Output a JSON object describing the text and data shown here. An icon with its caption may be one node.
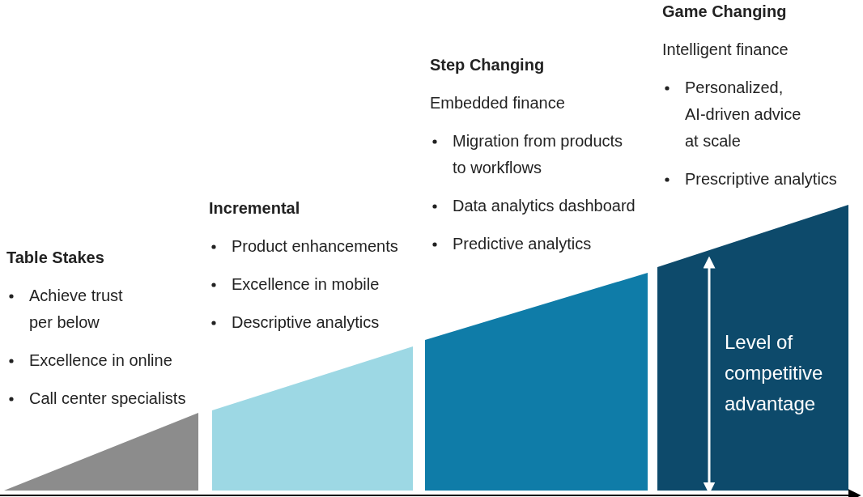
{
  "diagram": {
    "nodes": [
      {
        "text": [
          "Table Stakes",
          "Achieve trust per below",
          "Excellence in online",
          "Call center specialists"
        ]
      },
      {
        "text": [
          "Incremental",
          "Product enhancements",
          "Excellence in mobile",
          "Descriptive analytics"
        ]
      },
      {
        "text": [
          "Step Changing",
          "Embedded finance",
          "Migration from products to workflows",
          "Data analytics dashboard",
          "Predictive analytics"
        ]
      },
      {
        "text": [
          "Game Changing",
          "Intelligent finance",
          "Personalized, AI-driven advice at scale",
          "Prescriptive analytics"
        ]
      }
    ],
    "labels": [
      "Level of competitive advantage"
    ]
  }
}
